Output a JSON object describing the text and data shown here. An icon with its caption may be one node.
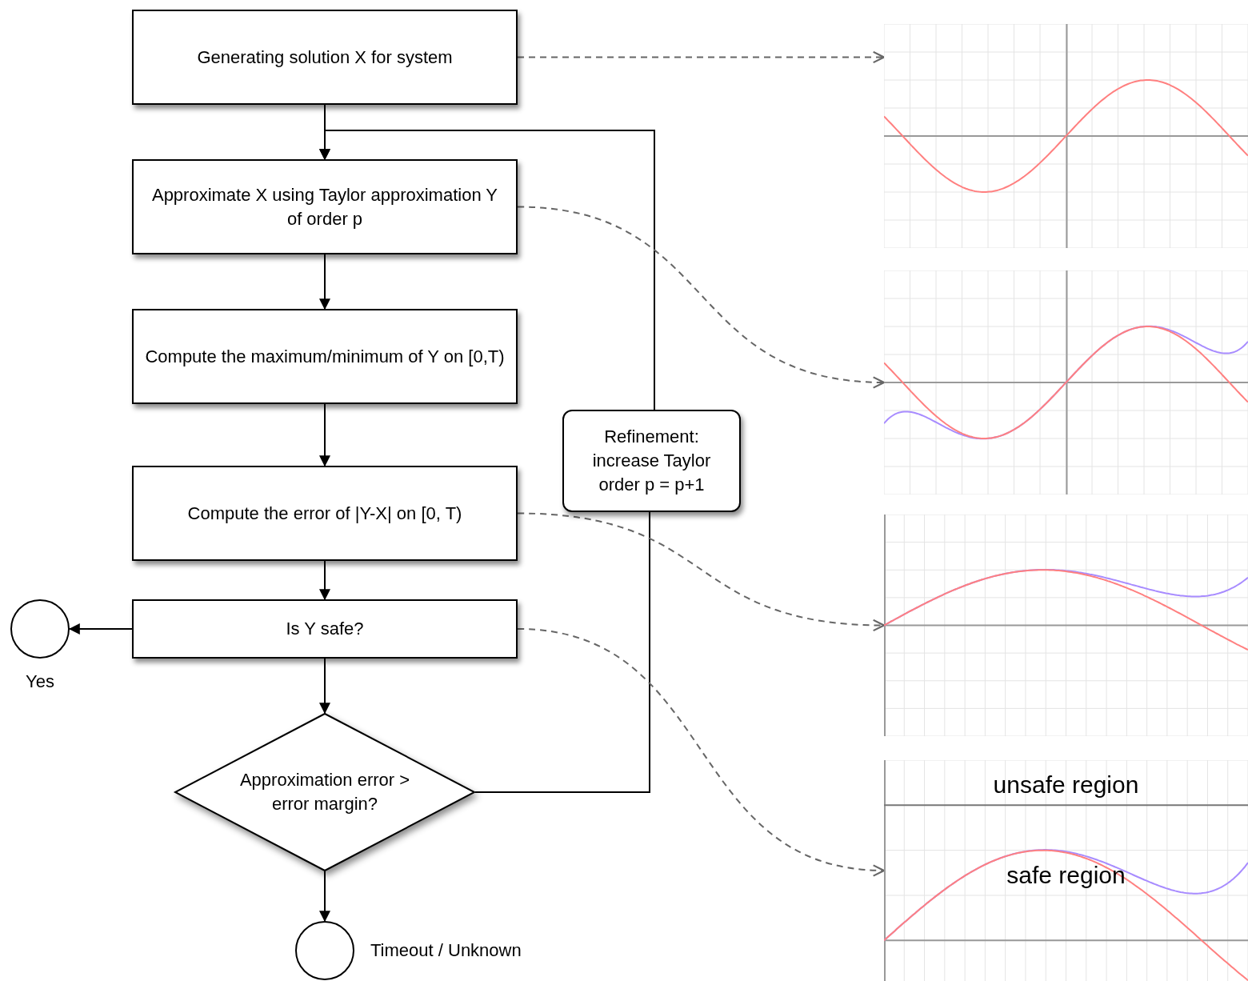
{
  "diagram": {
    "nodes": [
      {
        "text": [
          "Generating solution X for system"
        ]
      },
      {
        "text": [
          "Approximate X using Taylor approximation Y of order p"
        ]
      },
      {
        "text": [
          "Compute the maximum/minimum of Y on [0,T)"
        ]
      },
      {
        "text": [
          "Compute the error of |Y-X| on [0, T)"
        ]
      },
      {
        "text": [
          "Is Y safe?"
        ]
      },
      {
        "text": [],
        "shape": "circle",
        "beside": [
          "Yes"
        ]
      },
      {
        "text": [
          "Approximation error > error margin?"
        ]
      },
      {
        "text": [
          "Refinement: increase Taylor order p = p+1"
        ]
      },
      {
        "text": [],
        "shape": "circle",
        "beside": [
          "Timeout / Unknown"
        ]
      },
      {
        "text": [],
        "shape": "picture"
      },
      {
        "text": [],
        "shape": "picture"
      },
      {
        "text": [],
        "shape": "picture"
      },
      {
        "text": [
          "unsafe region",
          "safe region"
        ]
      }
    ],
    "edges": [
      {
        "from": 0,
        "to": 1,
        "arrow": "to"
      },
      {
        "from": 1,
        "to": 2,
        "arrow": "to"
      },
      {
        "from": 2,
        "to": 3,
        "arrow": "to"
      },
      {
        "from": 3,
        "to": 4,
        "arrow": "to"
      },
      {
        "from": 4,
        "to": 5,
        "arrow": "to"
      },
      {
        "from": 4,
        "to": 6,
        "arrow": "to"
      },
      {
        "from": 6,
        "to": 7,
        "arrow": "none"
      },
      {
        "from": 7,
        "to": 1,
        "arrow": "to"
      },
      {
        "from": 6,
        "to": 8,
        "arrow": "to"
      },
      {
        "from": 0,
        "to": 9,
        "arrow": "to",
        "style": "dashed",
        "color": "#666666"
      },
      {
        "from": 1,
        "to": 10,
        "arrow": "to",
        "style": "dashed",
        "color": "#666666"
      },
      {
        "from": 3,
        "to": 11,
        "arrow": "to",
        "style": "dashed",
        "color": "#666666"
      },
      {
        "from": 4,
        "to": 12,
        "arrow": "to",
        "style": "dashed",
        "color": "#666666"
      }
    ]
  }
}
